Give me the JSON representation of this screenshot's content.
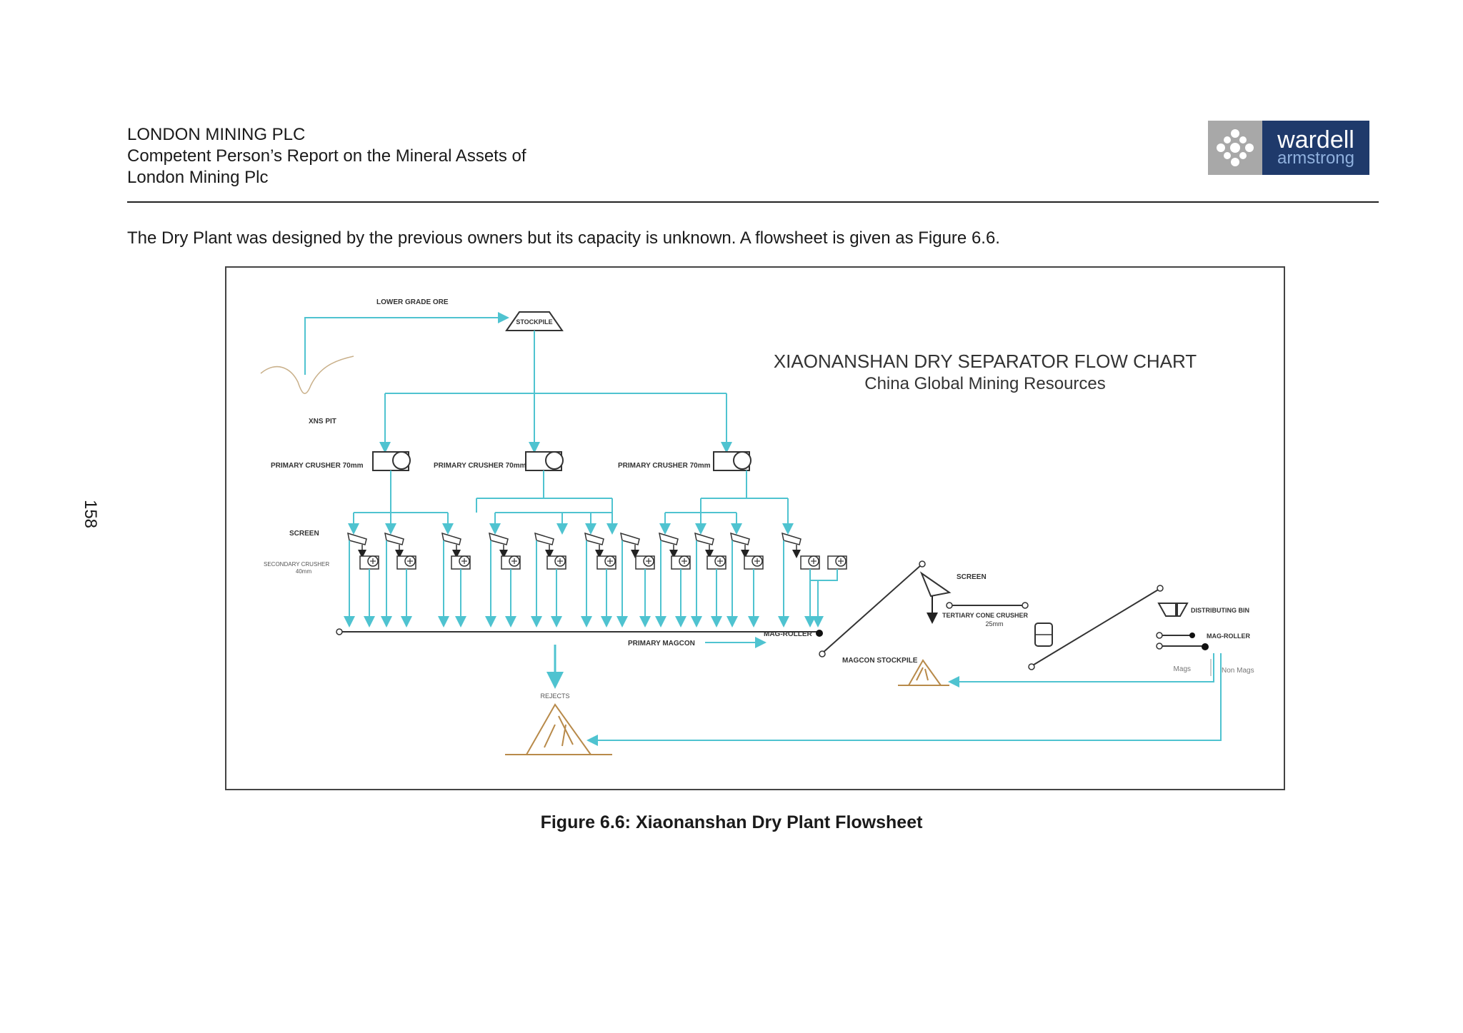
{
  "header": {
    "company": "LONDON MINING PLC",
    "report_line1": "Competent Person’s Report on the Mineral Assets of",
    "report_line2": "London Mining Plc"
  },
  "logo": {
    "line1": "wardell",
    "line2": "armstrong",
    "colors": {
      "grey": "#a8a8a8",
      "navy": "#1f3a6b"
    }
  },
  "page_number": "158",
  "intro_text": "The Dry Plant was designed by the previous owners but its capacity is unknown. A flowsheet is given as Figure 6.6.",
  "flowchart": {
    "title": "XIAONANSHAN DRY SEPARATOR FLOW CHART",
    "subtitle": "China Global Mining Resources",
    "labels": {
      "lower_grade_ore": "LOWER GRADE ORE",
      "stockpile": "STOCKPILE",
      "xns_pit": "XNS PIT",
      "primary_crusher_1": "PRIMARY CRUSHER 70mm",
      "primary_crusher_2": "PRIMARY CRUSHER 70mm",
      "primary_crusher_3": "PRIMARY CRUSHER 70mm",
      "screen_left": "SCREEN",
      "secondary_crusher": "SECONDARY CRUSHER",
      "secondary_crusher_size": "40mm",
      "mag_roller_1": "MAG-ROLLER",
      "primary_magcon": "PRIMARY MAGCON",
      "rejects": "REJECTS",
      "screen_right": "SCREEN",
      "tertiary_cone_crusher": "TERTIARY CONE CRUSHER",
      "tertiary_size": "25mm",
      "magcon_stockpile": "MAGCON STOCKPILE",
      "distributing_bin": "DISTRIBUTING BIN",
      "mag_roller_2": "MAG-ROLLER",
      "mags": "Mags",
      "non_mags": "Non Mags"
    },
    "colors": {
      "flow": "#4fc3d0",
      "equipment": "#333333",
      "pile": "#b88a4a"
    }
  },
  "caption": "Figure 6.6: Xiaonanshan Dry Plant Flowsheet"
}
